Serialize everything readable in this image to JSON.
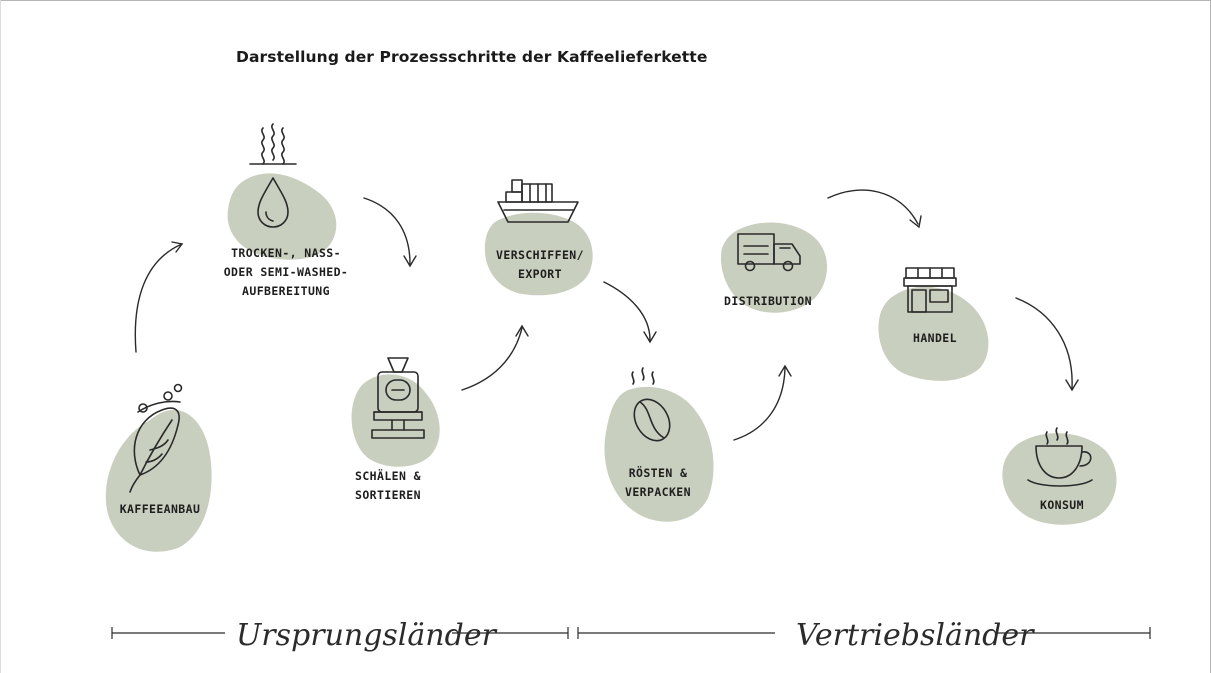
{
  "title": "Darstellung der Prozessschritte der Kaffeelieferkette",
  "steps": [
    {
      "id": "kaffeeanbau",
      "lines": [
        "KAFFEEANBAU"
      ],
      "icon": "coffee-plant-leaf-icon"
    },
    {
      "id": "aufbereitung",
      "lines": [
        "TROCKEN-, NASS-",
        "ODER SEMI-WASHED-",
        "AUFBEREITUNG"
      ],
      "icon": "water-drop-steam-icon"
    },
    {
      "id": "schaelen",
      "lines": [
        "SCHÄLEN &",
        "SORTIEREN"
      ],
      "icon": "hulling-machine-icon"
    },
    {
      "id": "export",
      "lines": [
        "VERSCHIFFEN/",
        "EXPORT"
      ],
      "icon": "cargo-ship-icon"
    },
    {
      "id": "roesten",
      "lines": [
        "RÖSTEN &",
        "VERPACKEN"
      ],
      "icon": "roasted-bean-icon"
    },
    {
      "id": "distribution",
      "lines": [
        "DISTRIBUTION"
      ],
      "icon": "delivery-truck-icon"
    },
    {
      "id": "handel",
      "lines": [
        "HANDEL"
      ],
      "icon": "shop-icon"
    },
    {
      "id": "konsum",
      "lines": [
        "KONSUM"
      ],
      "icon": "coffee-cup-icon"
    }
  ],
  "regions": {
    "origin": "Ursprungsländer",
    "sales": "Vertriebsländer"
  },
  "colors": {
    "blob": "#c9cfbf",
    "ink": "#2a2a2a",
    "text": "#1e1e1e"
  }
}
